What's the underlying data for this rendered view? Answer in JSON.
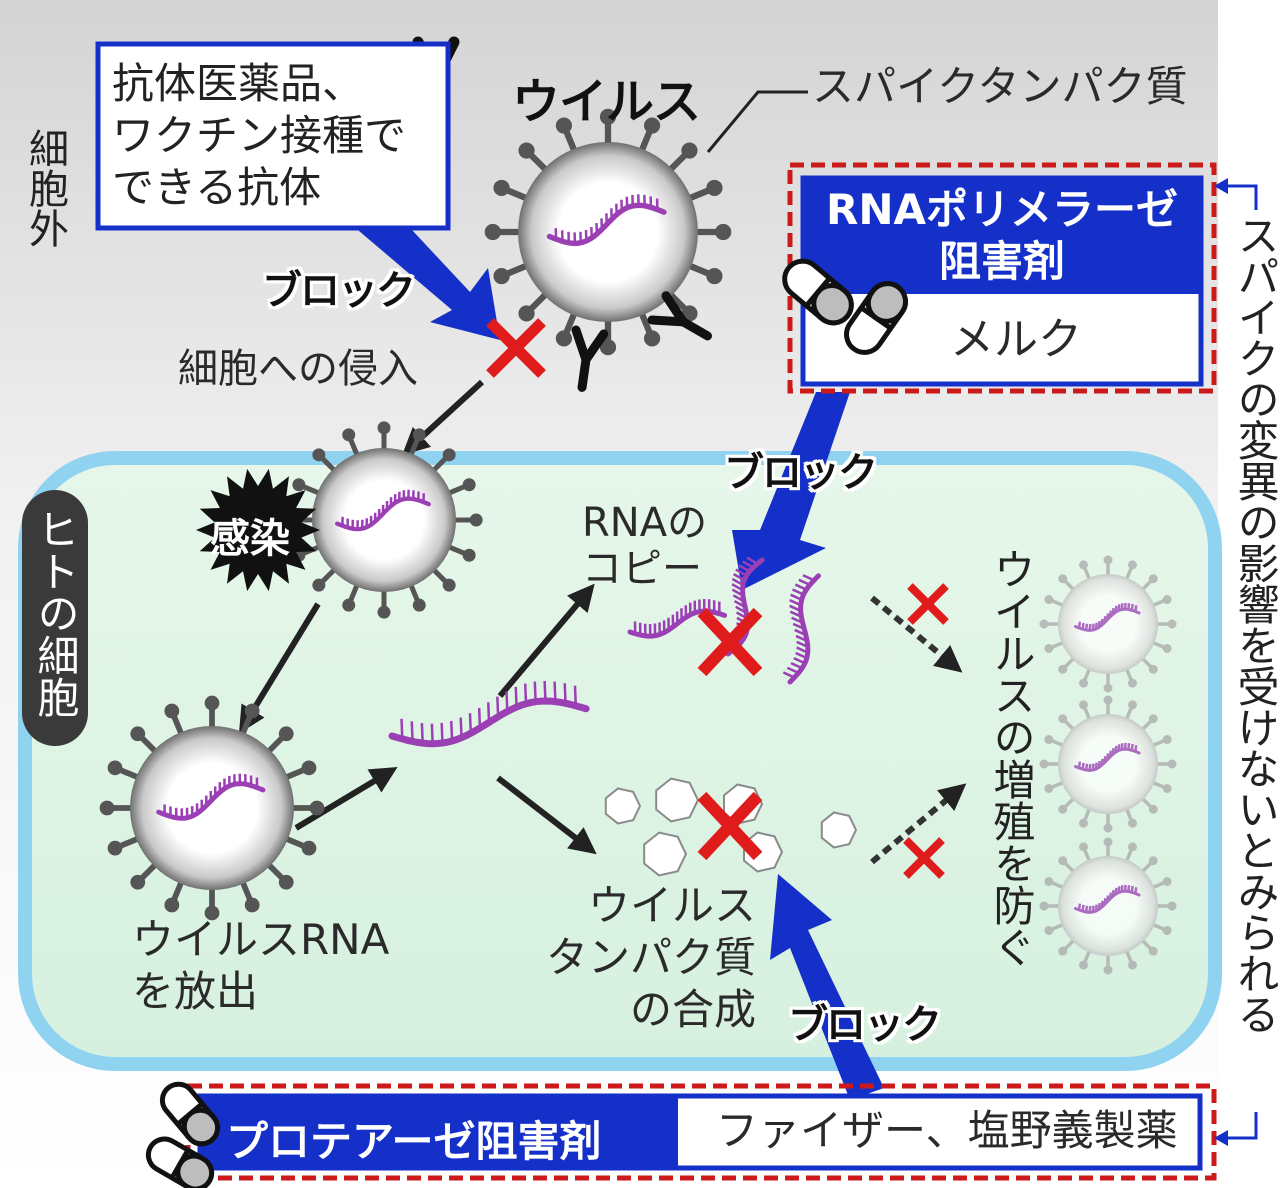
{
  "extracellular_label": "細胞外",
  "cell_label": "ヒトの細胞",
  "antibody_box": {
    "lines": [
      "抗体医薬品、",
      "ワクチン接種で",
      "できる抗体"
    ]
  },
  "virus_title": "ウイルス",
  "spike_label": "スパイクタンパク質",
  "block_label": "ブロック",
  "entry_label": "細胞への侵入",
  "infection_label": "感染",
  "rna_copy_label": [
    "RNAの",
    "コピー"
  ],
  "release_label": [
    "ウイルスRNA",
    "を放出"
  ],
  "protein_synth_label": [
    "ウイルス",
    "タンパク質",
    "の合成"
  ],
  "prevent_label": "ウイルスの増殖を防ぐ",
  "side_note": "スパイクの変異の影響を受けないとみられる",
  "polymerase_box": {
    "title_lines": [
      "RNAポリメラーゼ",
      "阻害剤"
    ],
    "company": "メルク"
  },
  "protease_box": {
    "title": "プロテアーゼ阻害剤",
    "companies": "ファイザー、塩野義製薬"
  },
  "colors": {
    "blue": "#1530c8",
    "dashed_red": "#cc1a1a",
    "cross_red": "#e01b1b",
    "cell_fill": "#dff4e2",
    "cell_border": "#8fd3f0",
    "rna_purple": "#9b3fb5"
  },
  "icons": [
    "antibody-icon",
    "virus-icon",
    "pill-icon",
    "cross-icon",
    "rna-strand-icon",
    "protein-blob-icon",
    "starburst-icon"
  ]
}
